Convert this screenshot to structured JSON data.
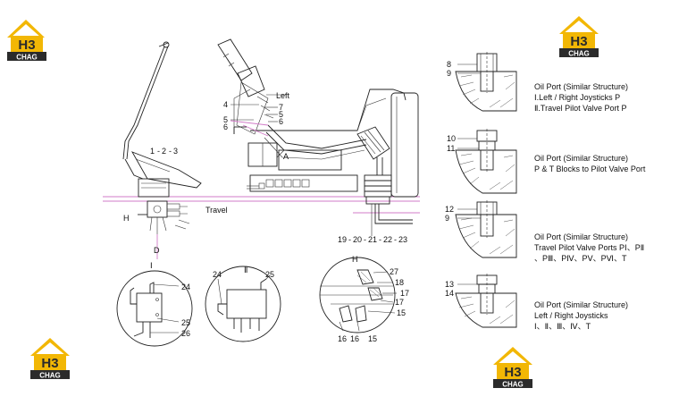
{
  "brand": {
    "logo_letters": "H3",
    "logo_name": "CHAG",
    "accent": "#f2b705",
    "dark": "#2b2b2b"
  },
  "colors": {
    "ground_line": "#d27bc8",
    "stroke": "#222222"
  },
  "callouts": {
    "n1": "1",
    "n2": "2",
    "n3": "3",
    "n4": "4",
    "n5a": "5",
    "n5b": "5",
    "n6a": "6",
    "n6b": "6",
    "n7": "7",
    "n8": "8",
    "n9a": "9",
    "n9b": "9",
    "n10": "10",
    "n11": "11",
    "n12": "12",
    "n13": "13",
    "n14": "14",
    "n15a": "15",
    "n15b": "15",
    "n16a": "16",
    "n16b": "16",
    "n17a": "17",
    "n17b": "17",
    "n18": "18",
    "n19": "19",
    "n20": "20",
    "n21": "21",
    "n22": "22",
    "n23": "23",
    "n24a": "24",
    "n24b": "24",
    "n25a": "25",
    "n25b": "25",
    "n26": "26",
    "n27": "27"
  },
  "labels": {
    "left": "Left",
    "a": "A",
    "travel": "Travel",
    "h_main": "H",
    "h_detail": "H",
    "d": "D",
    "roman_1": "Ⅰ",
    "roman_2": "Ⅱ",
    "dash": "-"
  },
  "notes": [
    {
      "title": "Oil Port (Similar Structure)",
      "line2": "Ⅰ.Left / Right Joysticks P",
      "line3": "Ⅱ.Travel Pilot Valve Port P"
    },
    {
      "title": "Oil Port (Similar Structure)",
      "line2": "P & T Blocks to Pilot Valve Port",
      "line3": ""
    },
    {
      "title": "Oil Port (Similar Structure)",
      "line2": "Travel Pilot Valve Ports PⅠ、PⅡ",
      "line3": "、PⅢ、PⅣ、PⅤ、PⅥ、T"
    },
    {
      "title": "Oil Port (Similar Structure)",
      "line2": "Left / Right Joysticks",
      "line3": "Ⅰ、Ⅱ、Ⅲ、Ⅳ、T"
    }
  ]
}
